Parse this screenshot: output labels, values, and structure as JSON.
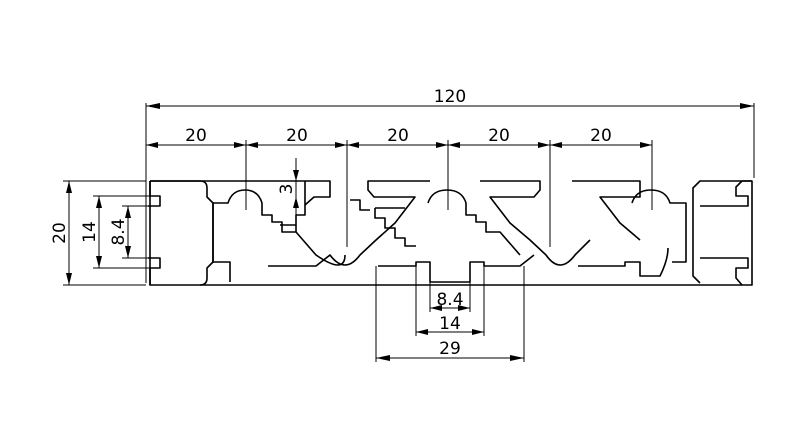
{
  "drawing": {
    "title": "",
    "units": "",
    "overall_width": "120",
    "slot_pitch_labels": [
      "20",
      "20",
      "20",
      "20",
      "20"
    ],
    "height": "20",
    "slot_inner_width": "14",
    "slot_opening": "8.4",
    "lip_thickness": "3",
    "center_slot_opening": "8.4",
    "center_slot_width": "14",
    "center_slot_outer": "29"
  },
  "colors": {
    "line": "#000000",
    "background": "#ffffff"
  }
}
